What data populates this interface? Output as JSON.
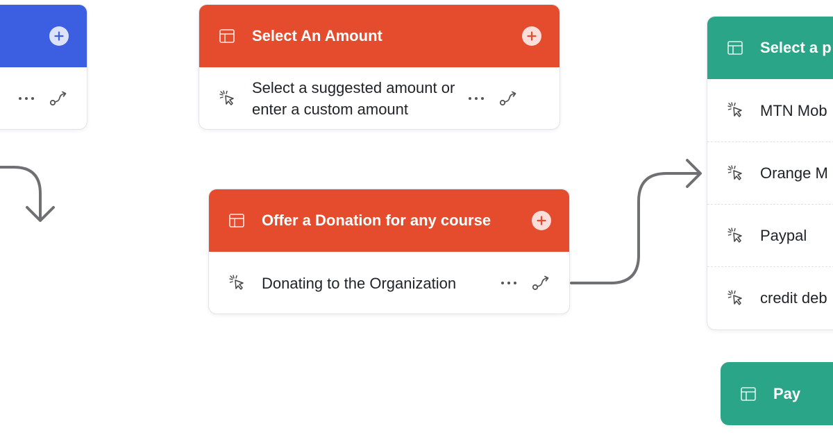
{
  "colors": {
    "blue_header": "#3b5fe0",
    "orange_header": "#e54c2e",
    "green_header": "#2ba587",
    "connector": "#6f7073"
  },
  "icons": {
    "header": "table-layout-icon",
    "row": "click-cursor-icon",
    "add": "plus-circle-icon",
    "more": "more-dots-icon",
    "route": "route-icon"
  },
  "nodes": {
    "blue_partial": {
      "title": "",
      "rows": [
        {
          "text": ""
        }
      ]
    },
    "select_amount": {
      "title": "Select An Amount",
      "rows": [
        {
          "text": "Select a suggested amount or enter a custom amount"
        }
      ]
    },
    "offer_donation": {
      "title": "Offer a Donation for any course",
      "rows": [
        {
          "text": "Donating to the Organization"
        }
      ]
    },
    "select_payment": {
      "title": "Select a p",
      "rows": [
        {
          "text": "MTN Mob"
        },
        {
          "text": "Orange M"
        },
        {
          "text": "Paypal"
        },
        {
          "text": "credit deb"
        }
      ]
    },
    "pay": {
      "title": "Pay"
    }
  }
}
